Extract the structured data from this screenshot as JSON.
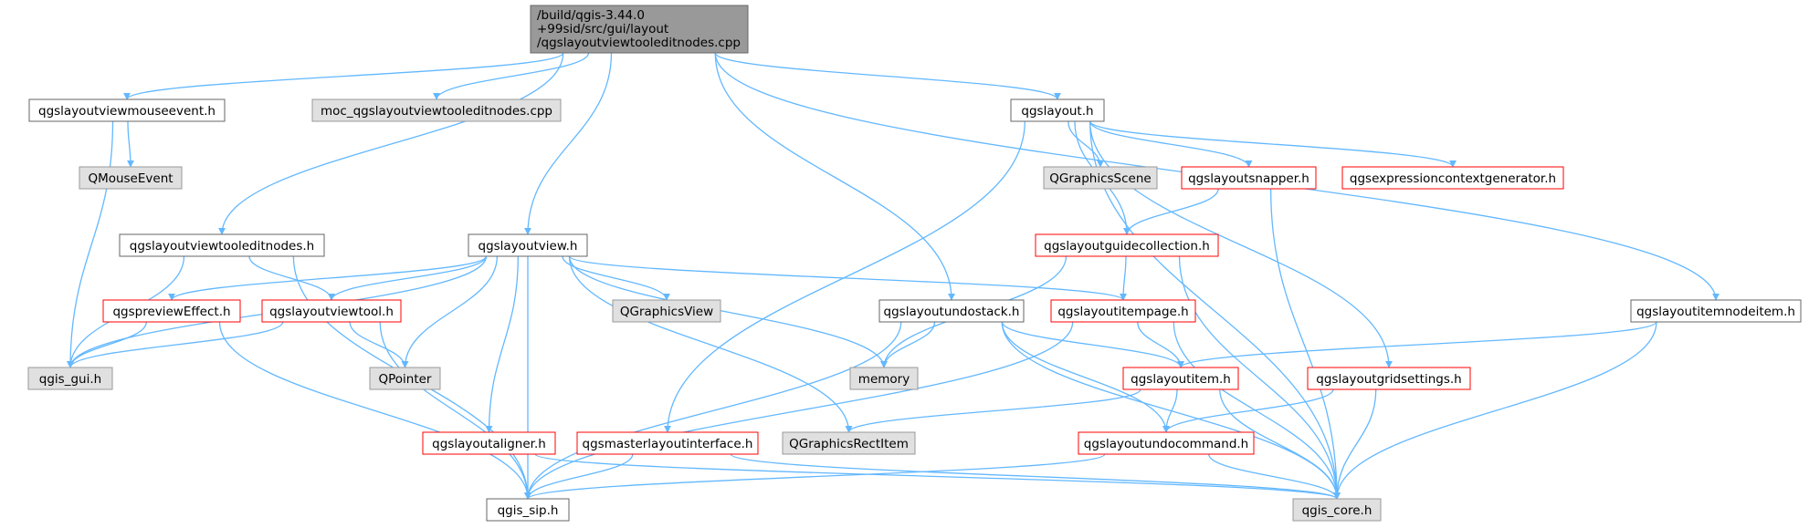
{
  "graph": {
    "root": {
      "lines": [
        "/build/qgis-3.44.0",
        "+99sid/src/gui/layout",
        "/qgslayoutviewtooleditnodes.cpp"
      ]
    },
    "nodes": [
      {
        "id": "mouseevent",
        "label": "qgslayoutviewmouseevent.h",
        "style": "plain"
      },
      {
        "id": "moc",
        "label": "moc_qgslayoutviewtooleditnodes.cpp",
        "style": "external"
      },
      {
        "id": "layout",
        "label": "qgslayout.h",
        "style": "plain"
      },
      {
        "id": "qmouseevent",
        "label": "QMouseEvent",
        "style": "external"
      },
      {
        "id": "qgraphicsscene",
        "label": "QGraphicsScene",
        "style": "external"
      },
      {
        "id": "snapper",
        "label": "qgslayoutsnapper.h",
        "style": "truncated"
      },
      {
        "id": "exprgen",
        "label": "qgsexpressioncontextgenerator.h",
        "style": "truncated"
      },
      {
        "id": "tooleditnodes",
        "label": "qgslayoutviewtooleditnodes.h",
        "style": "plain"
      },
      {
        "id": "layoutview",
        "label": "qgslayoutview.h",
        "style": "plain"
      },
      {
        "id": "guidecoll",
        "label": "qgslayoutguidecollection.h",
        "style": "truncated"
      },
      {
        "id": "previeweffect",
        "label": "qgspreviewEffect.h",
        "style": "truncated"
      },
      {
        "id": "viewtool",
        "label": "qgslayoutviewtool.h",
        "style": "truncated"
      },
      {
        "id": "qgraphicsview",
        "label": "QGraphicsView",
        "style": "external"
      },
      {
        "id": "undostack",
        "label": "qgslayoutundostack.h",
        "style": "plain"
      },
      {
        "id": "itempage",
        "label": "qgslayoutitempage.h",
        "style": "truncated"
      },
      {
        "id": "itemnodeitem",
        "label": "qgslayoutitemnodeitem.h",
        "style": "plain"
      },
      {
        "id": "gisgui",
        "label": "qgis_gui.h",
        "style": "external"
      },
      {
        "id": "qpointer",
        "label": "QPointer",
        "style": "external"
      },
      {
        "id": "memory",
        "label": "memory",
        "style": "external"
      },
      {
        "id": "item",
        "label": "qgslayoutitem.h",
        "style": "truncated"
      },
      {
        "id": "gridsettings",
        "label": "qgslayoutgridsettings.h",
        "style": "truncated"
      },
      {
        "id": "aligner",
        "label": "qgslayoutaligner.h",
        "style": "truncated"
      },
      {
        "id": "masterlayout",
        "label": "qgsmasterlayoutinterface.h",
        "style": "truncated"
      },
      {
        "id": "qgraphicsrectitem",
        "label": "QGraphicsRectItem",
        "style": "external"
      },
      {
        "id": "undocommand",
        "label": "qgslayoutundocommand.h",
        "style": "truncated"
      },
      {
        "id": "gissip",
        "label": "qgis_sip.h",
        "style": "plain"
      },
      {
        "id": "giscore",
        "label": "qgis_core.h",
        "style": "external"
      }
    ],
    "edges": [
      [
        "root",
        "mouseevent"
      ],
      [
        "root",
        "moc"
      ],
      [
        "root",
        "layout"
      ],
      [
        "root",
        "tooleditnodes"
      ],
      [
        "root",
        "layoutview"
      ],
      [
        "root",
        "undostack"
      ],
      [
        "root",
        "itemnodeitem"
      ],
      [
        "mouseevent",
        "qmouseevent"
      ],
      [
        "mouseevent",
        "gisgui"
      ],
      [
        "layout",
        "qgraphicsscene"
      ],
      [
        "layout",
        "snapper"
      ],
      [
        "layout",
        "exprgen"
      ],
      [
        "layout",
        "guidecoll"
      ],
      [
        "layout",
        "masterlayout"
      ],
      [
        "layout",
        "gridsettings"
      ],
      [
        "layout",
        "giscore"
      ],
      [
        "snapper",
        "guidecoll"
      ],
      [
        "snapper",
        "giscore"
      ],
      [
        "tooleditnodes",
        "viewtool"
      ],
      [
        "tooleditnodes",
        "gisgui"
      ],
      [
        "tooleditnodes",
        "gissip"
      ],
      [
        "layoutview",
        "previeweffect"
      ],
      [
        "layoutview",
        "viewtool"
      ],
      [
        "layoutview",
        "gisgui"
      ],
      [
        "layoutview",
        "qgraphicsview"
      ],
      [
        "layoutview",
        "qpointer"
      ],
      [
        "layoutview",
        "memory"
      ],
      [
        "layoutview",
        "itempage"
      ],
      [
        "layoutview",
        "aligner"
      ],
      [
        "layoutview",
        "qgraphicsrectitem"
      ],
      [
        "layoutview",
        "gissip"
      ],
      [
        "guidecoll",
        "itempage"
      ],
      [
        "guidecoll",
        "memory"
      ],
      [
        "guidecoll",
        "giscore"
      ],
      [
        "previeweffect",
        "gisgui"
      ],
      [
        "previeweffect",
        "gissip"
      ],
      [
        "viewtool",
        "gisgui"
      ],
      [
        "viewtool",
        "qpointer"
      ],
      [
        "viewtool",
        "gissip"
      ],
      [
        "undostack",
        "memory"
      ],
      [
        "undostack",
        "item"
      ],
      [
        "undostack",
        "undocommand"
      ],
      [
        "undostack",
        "gissip"
      ],
      [
        "undostack",
        "giscore"
      ],
      [
        "itempage",
        "item"
      ],
      [
        "itempage",
        "gissip"
      ],
      [
        "itempage",
        "giscore"
      ],
      [
        "itemnodeitem",
        "item"
      ],
      [
        "itemnodeitem",
        "giscore"
      ],
      [
        "item",
        "qgraphicsrectitem"
      ],
      [
        "item",
        "undocommand"
      ],
      [
        "item",
        "giscore"
      ],
      [
        "gridsettings",
        "undocommand"
      ],
      [
        "gridsettings",
        "giscore"
      ],
      [
        "aligner",
        "giscore"
      ],
      [
        "masterlayout",
        "gissip"
      ],
      [
        "masterlayout",
        "giscore"
      ],
      [
        "undocommand",
        "gissip"
      ],
      [
        "undocommand",
        "giscore"
      ]
    ]
  },
  "colors": {
    "edge": "#63b8ff",
    "root_fill": "#999999",
    "external_fill": "#e0e0e0",
    "external_border": "#999999",
    "plain_border": "#666666",
    "truncated_border": "#ff0000"
  }
}
